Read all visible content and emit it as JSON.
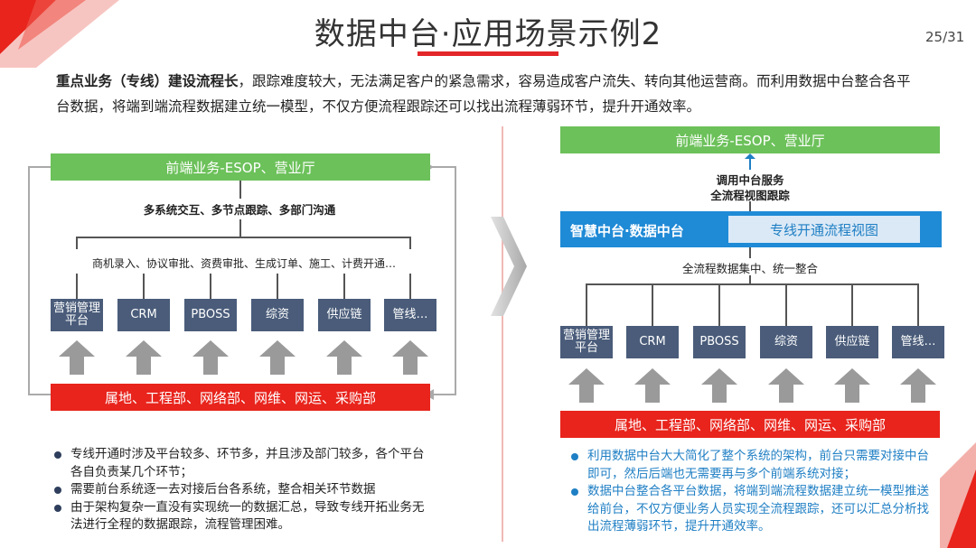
{
  "slide": {
    "title": "数据中台·应用场景示例2",
    "page_number": "25/31",
    "intro_bold": "重点业务（专线）建设流程长",
    "intro_rest": "，跟踪难度较大，无法满足客户的紧急需求，容易造成客户流失、转向其他运营商。而利用数据中台整合各平台数据，将端到端流程数据建立统一模型，不仅方便流程跟踪还可以找出流程薄弱环节，提升开通效率。"
  },
  "left": {
    "top_bar": "前端业务-ESOP、营业厅",
    "interaction": "多系统交互、多节点跟踪、多部门沟通",
    "steps": "商机录入、协议审批、资费审批、生成订单、施工、计费开通…",
    "systems": [
      "营销管理平台",
      "CRM",
      "PBOSS",
      "综资",
      "供应链",
      "管线…"
    ],
    "bottom_bar": "属地、工程部、网络部、网维、网运、采购部",
    "bullets": [
      "专线开通时涉及平台较多、环节多，并且涉及部门较多，各个平台各自负责某几个环节；",
      "需要前台系统逐一去对接后台各系统，整合相关环节数据",
      "由于架构复杂一直没有实现统一的数据汇总，导致专线开拓业务无法进行全程的数据跟踪，流程管理困难。"
    ]
  },
  "right": {
    "top_bar": "前端业务-ESOP、营业厅",
    "service_line1": "调用中台服务",
    "service_line2": "全流程视图跟踪",
    "hub_label": "智慧中台·数据中台",
    "hub_view": "专线开通流程视图",
    "collect": "全流程数据集中、统一整合",
    "systems": [
      "营销管理平台",
      "CRM",
      "PBOSS",
      "综资",
      "供应链",
      "管线…"
    ],
    "bottom_bar": "属地、工程部、网络部、网维、网运、采购部",
    "bullets": [
      "利用数据中台大大简化了整个系统的架构，前台只需要对接中台即可，然后后端也无需要再与多个前端系统对接；",
      "数据中台整合各平台数据，将端到端流程数据建立统一模型推送给前台，不仅方便业务人员实现全流程跟踪，还可以汇总分析找出流程薄弱环节，提升开通效率。"
    ]
  },
  "colors": {
    "accent_red": "#e8241c",
    "green": "#6cc15a",
    "navy": "#4a5c7a",
    "blue": "#1f8ad6"
  }
}
